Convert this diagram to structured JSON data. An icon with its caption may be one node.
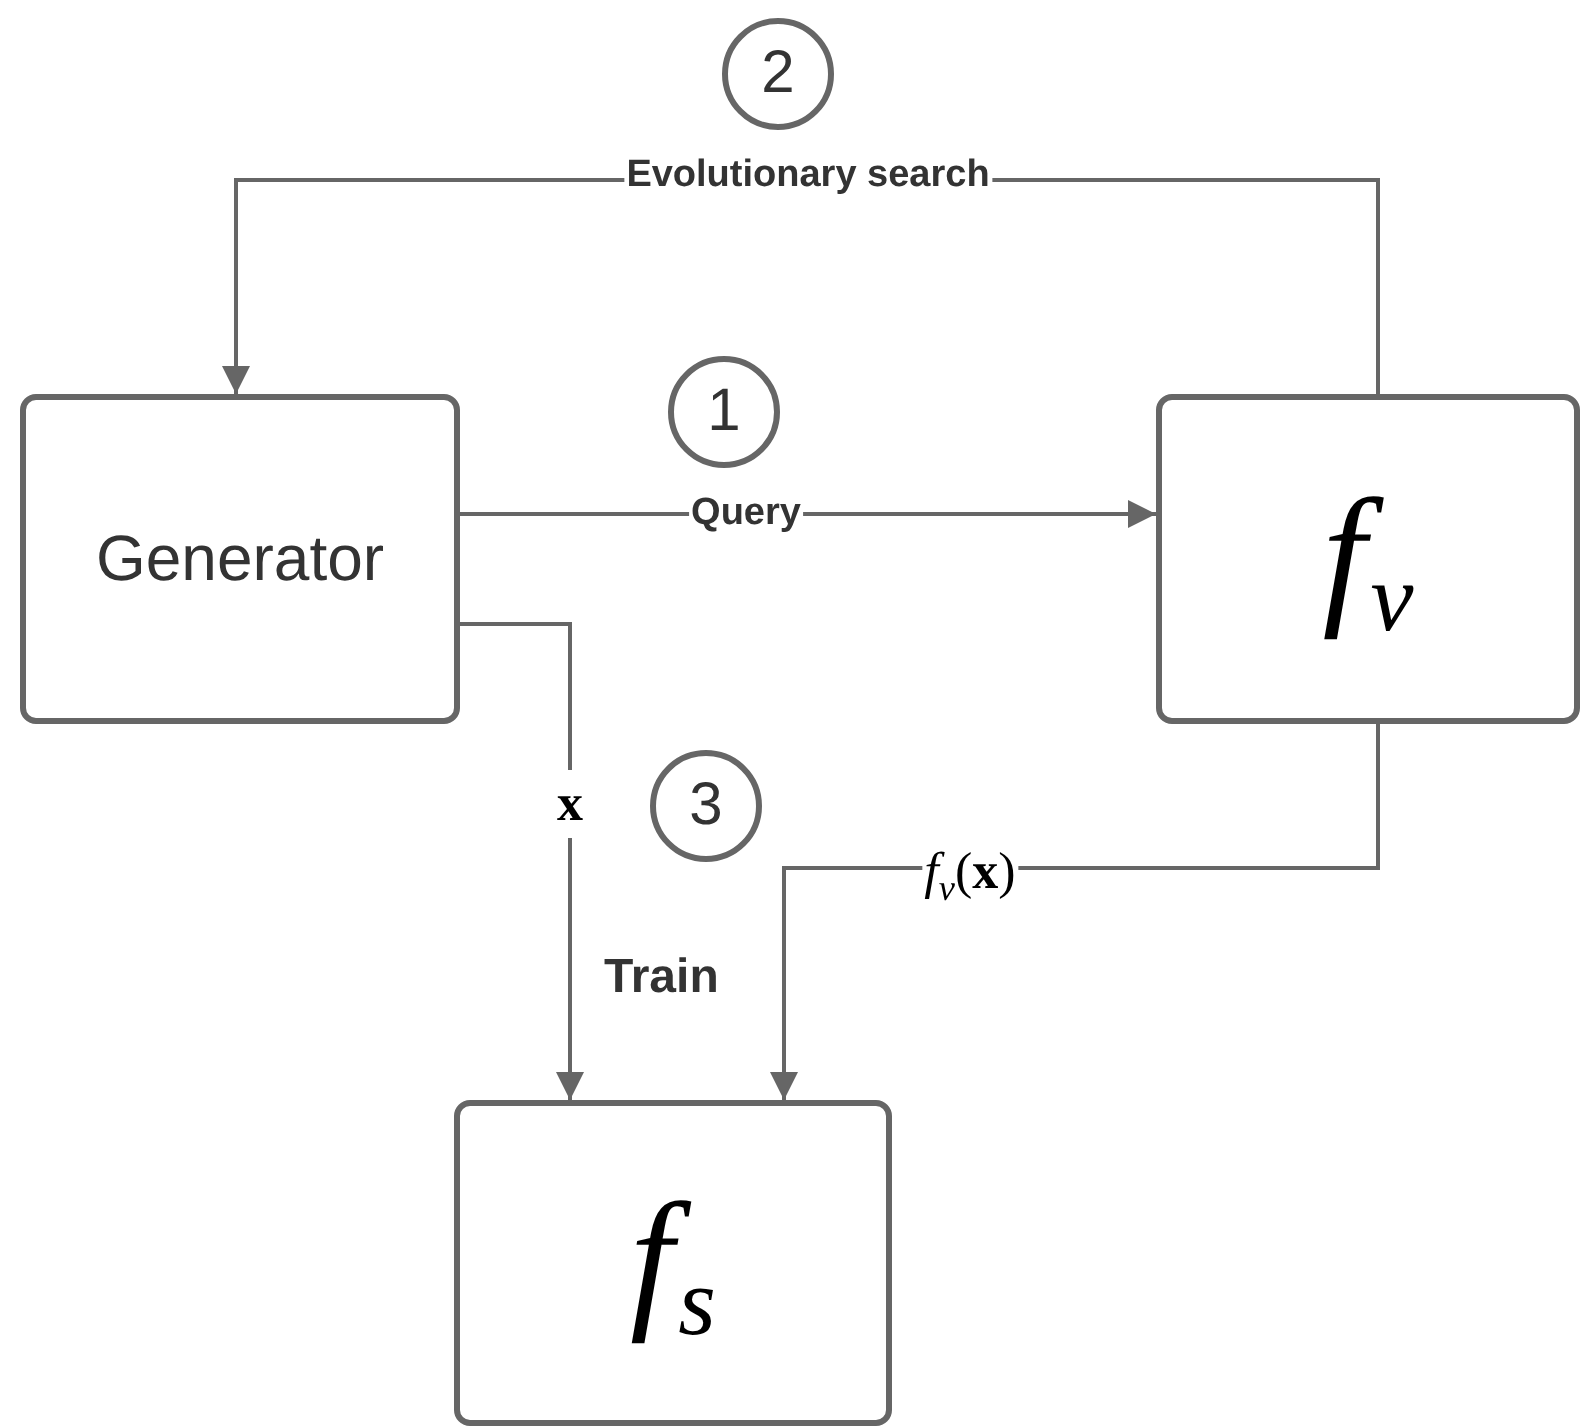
{
  "diagram": {
    "nodes": [
      {
        "text": [
          "2"
        ]
      },
      {
        "text": [
          "1"
        ]
      },
      {
        "text": [
          "Generator"
        ]
      },
      {
        "text": [
          "f$_{v}$"
        ]
      },
      {
        "text": [
          "3"
        ]
      },
      {
        "text": [
          "f$_{s}$"
        ]
      }
    ],
    "edges": [
      {
        "from": 2,
        "to": 3,
        "arrow": "to",
        "label": "Query"
      },
      {
        "from": 3,
        "to": 2,
        "arrow": "to",
        "label": "Evolutionary search"
      },
      {
        "from": 2,
        "to": 5,
        "arrow": "to",
        "label": "x"
      },
      {
        "from": 3,
        "to": 5,
        "arrow": "to",
        "label": "*f*$_{v}$(**x**)"
      }
    ],
    "labels": [
      "Train"
    ]
  }
}
